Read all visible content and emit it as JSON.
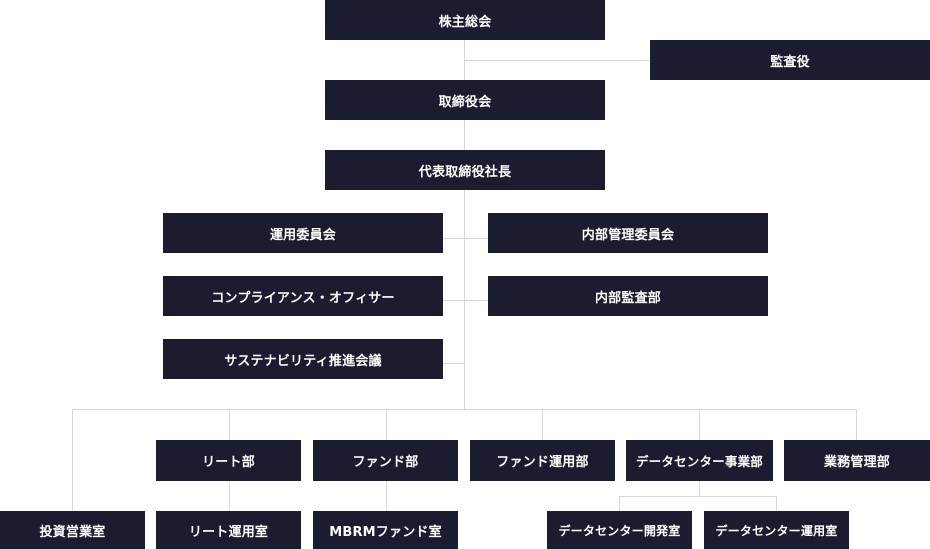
{
  "org": {
    "shareholders": "株主総会",
    "auditor": "監査役",
    "board": "取締役会",
    "ceo": "代表取締役社長",
    "investment_committee": "運用委員会",
    "internal_control_committee": "内部管理委員会",
    "compliance_officer": "コンプライアンス・オフィサー",
    "internal_audit": "内部監査部",
    "sustainability": "サステナビリティ推進会議",
    "reit": "リート部",
    "fund": "ファンド部",
    "fund_management": "ファンド運用部",
    "data_center": "データセンター事業部",
    "operations": "業務管理部",
    "investment_office": "投資営業室",
    "reit_management_office": "リート運用室",
    "mbrm_fund_office": "MBRMファンド室",
    "dc_development_office": "データセンター開発室",
    "dc_management_office": "データセンター運用室"
  }
}
